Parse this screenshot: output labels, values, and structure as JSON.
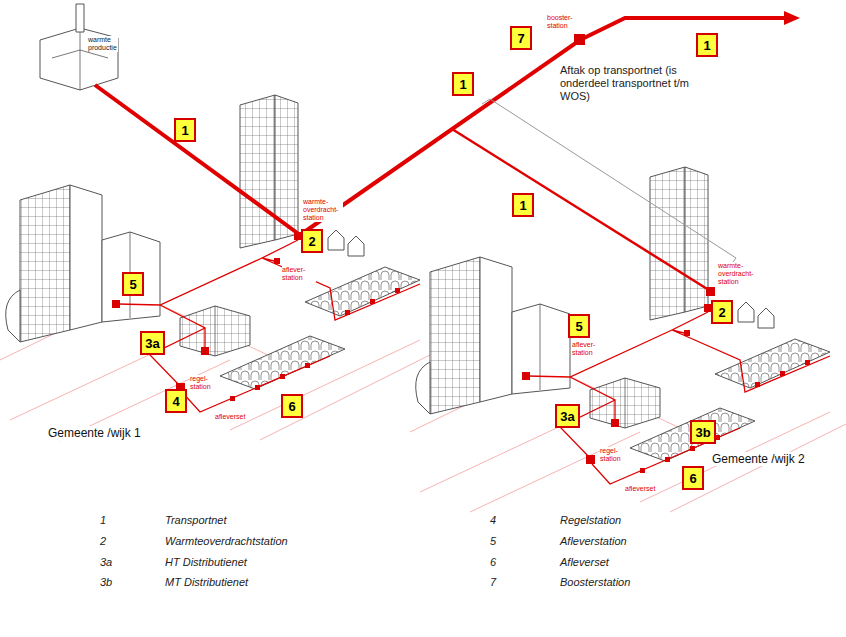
{
  "diagram": {
    "nodes": [
      {
        "text": [
          "1"
        ]
      },
      {
        "text": [
          "7"
        ]
      },
      {
        "text": [
          "1"
        ]
      },
      {
        "text": [
          "1"
        ]
      },
      {
        "text": [
          "2"
        ]
      },
      {
        "text": [
          "5"
        ]
      },
      {
        "text": [
          "3a"
        ]
      },
      {
        "text": [
          "4"
        ]
      },
      {
        "text": [
          "6"
        ]
      },
      {
        "text": [
          "1"
        ]
      },
      {
        "text": [
          "5"
        ]
      },
      {
        "text": [
          "2"
        ]
      },
      {
        "text": [
          "3a"
        ]
      },
      {
        "text": [
          "3b"
        ]
      },
      {
        "text": [
          "6"
        ]
      }
    ],
    "labels": [
      "warmte productie",
      "booster- station",
      "warmte- overdracht- station",
      "aflever- station",
      "regel- station",
      "afleverset",
      "Aftak op transportnet (is onderdeel transportnet t/m WOS)",
      "Gemeente /wijk 1",
      "warmte- overdracht- station",
      "aflever- station",
      "regel- station",
      "afleverset",
      "Gemeente /wijk 2",
      "1",
      "Transportnet",
      "4",
      "Regelstation",
      "2",
      "Warmteoverdrachtstation",
      "5",
      "Afleverstation",
      "3a",
      "HT Distributienet",
      "6",
      "Afleverset",
      "3b",
      "MT Distributienet",
      "7",
      "Boosterstation"
    ]
  }
}
